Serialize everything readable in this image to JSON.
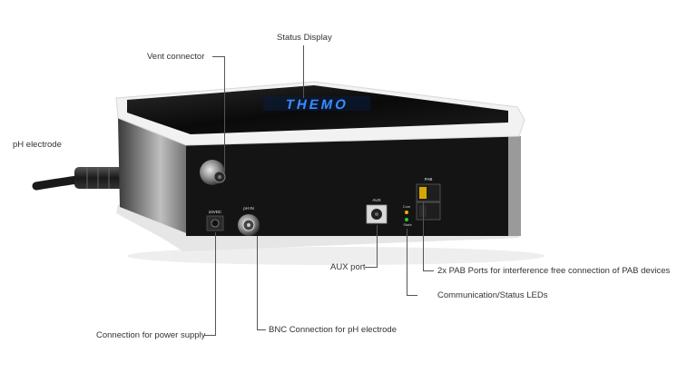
{
  "callouts": {
    "status_display": "Status Display",
    "vent_connector": "Vent connector",
    "ph_electrode": "pH electrode",
    "aux_port": "AUX port",
    "pab_ports": "2x PAB Ports for interference free connection of PAB devices",
    "leds": "Communication/Status LEDs",
    "power_supply": "Connection for power supply",
    "bnc": "BNC Connection for pH electrode"
  },
  "device": {
    "display_text": "THEMO",
    "label_24vdc": "24VDC",
    "label_ph_in": "pH IN",
    "label_aux": "AUX",
    "label_com": "Com",
    "label_state": "State",
    "label_pab": "PAB"
  },
  "colors": {
    "display_glow": "#3a8cff",
    "led_com": "#e0b400",
    "led_state": "#22cc33",
    "pab_port": "#d6a600"
  }
}
